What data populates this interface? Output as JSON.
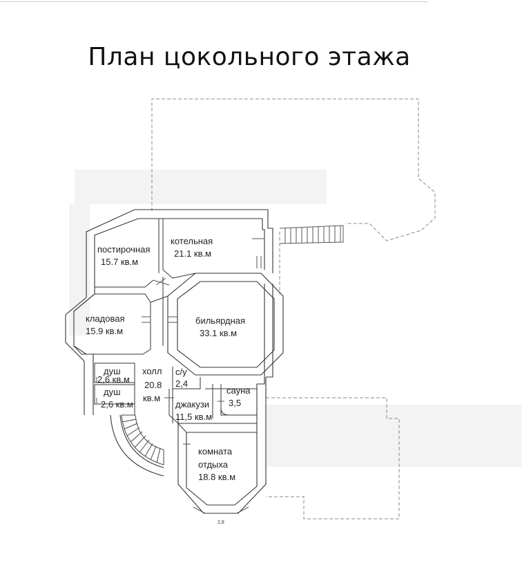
{
  "title": "План цокольного этажа",
  "rooms": {
    "postirochnaya": {
      "name": "постирочная",
      "area": "15.7 кв.м"
    },
    "kotelnaya": {
      "name": "котельная",
      "area": "21.1 кв.м"
    },
    "kladovaya": {
      "name": "кладовая",
      "area": "15.9 кв.м"
    },
    "bilyardnaya": {
      "name": "бильярдная",
      "area": "33.1 кв.м"
    },
    "dush1": {
      "name": "душ",
      "area": "2,6 кв.м"
    },
    "dush2": {
      "name": "душ",
      "area": "2,6 кв.м"
    },
    "holl": {
      "name": "холл",
      "area": "20.8",
      "unit": "кв.м"
    },
    "su": {
      "name": "с/у",
      "area": "2,4"
    },
    "sauna": {
      "name": "сауна",
      "area": "3,5"
    },
    "dzhakuzi": {
      "name": "джакузи",
      "area": "11,5 кв.м"
    },
    "komnata": {
      "name1": "комната",
      "name2": "отдыха",
      "area": "18.8 кв.м"
    }
  },
  "scale_label": "2,8"
}
